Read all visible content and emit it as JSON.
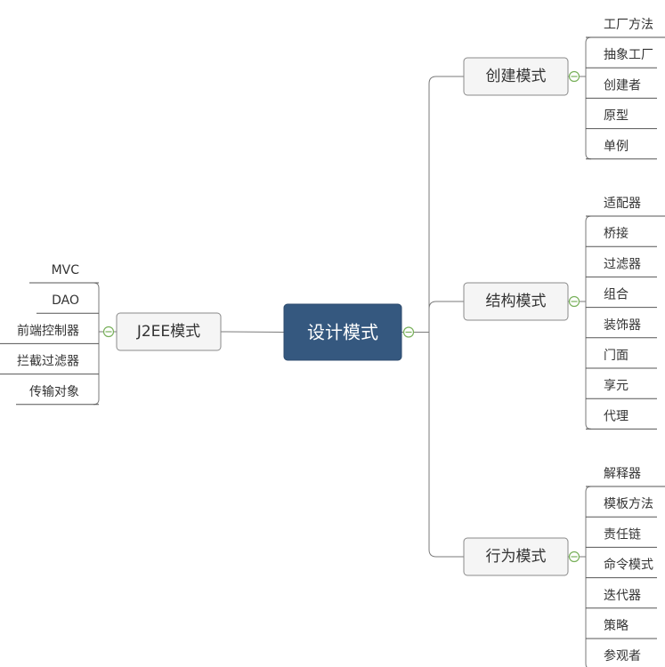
{
  "center": {
    "label": "设计模式"
  },
  "right_branches": [
    {
      "id": "creational",
      "label": "创建模式",
      "children": [
        "工厂方法",
        "抽象工厂",
        "创建者",
        "原型",
        "单例"
      ]
    },
    {
      "id": "structural",
      "label": "结构模式",
      "children": [
        "适配器",
        "桥接",
        "过滤器",
        "组合",
        "装饰器",
        "门面",
        "享元",
        "代理"
      ]
    },
    {
      "id": "behavioral",
      "label": "行为模式",
      "children": [
        "解释器",
        "模板方法",
        "责任链",
        "命令模式",
        "迭代器",
        "策略",
        "参观者"
      ]
    }
  ],
  "left_branches": [
    {
      "id": "j2ee",
      "label": "J2EE模式",
      "children": [
        "MVC",
        "DAO",
        "前端控制器",
        "拦截过滤器",
        "传输对象"
      ]
    }
  ],
  "colors": {
    "center_fill": "#35587f",
    "node_fill": "#f5f5f5",
    "node_border": "#8a8a8a",
    "collapse": "#78b05a"
  }
}
